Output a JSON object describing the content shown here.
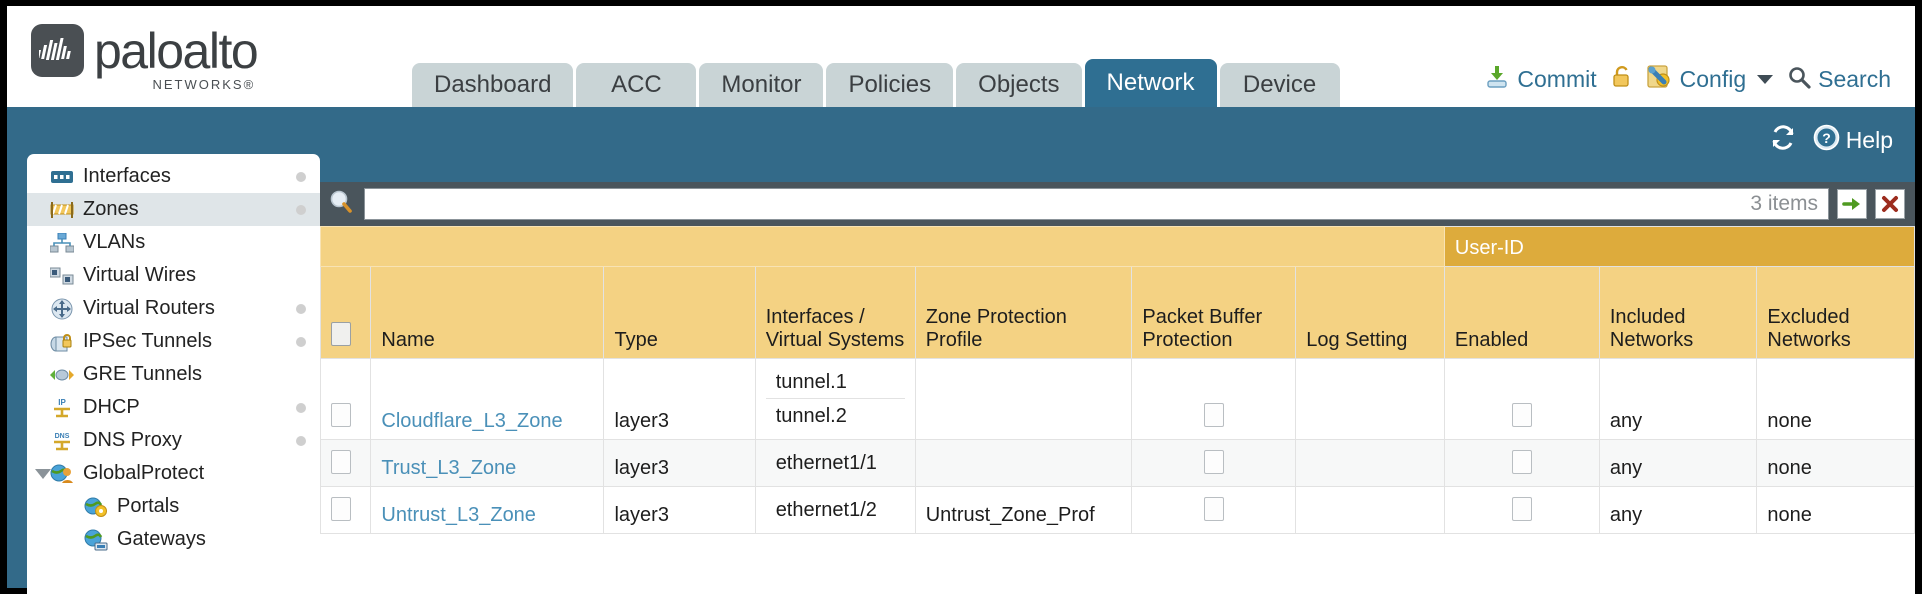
{
  "brand": {
    "name": "paloalto",
    "tagline": "NETWORKS",
    "registered": "®"
  },
  "nav": {
    "tabs": [
      {
        "label": "Dashboard",
        "active": false
      },
      {
        "label": "ACC",
        "active": false
      },
      {
        "label": "Monitor",
        "active": false
      },
      {
        "label": "Policies",
        "active": false
      },
      {
        "label": "Objects",
        "active": false
      },
      {
        "label": "Network",
        "active": true
      },
      {
        "label": "Device",
        "active": false
      }
    ]
  },
  "top_actions": {
    "commit": "Commit",
    "lock_icon": "lock-icon",
    "config": "Config",
    "search": "Search"
  },
  "strip_actions": {
    "refresh_icon": "refresh-icon",
    "help": "Help"
  },
  "sidebar": {
    "items": [
      {
        "label": "Interfaces",
        "icon": "interfaces-icon",
        "dot": true,
        "selected": false,
        "child": false,
        "expander": false
      },
      {
        "label": "Zones",
        "icon": "zones-icon",
        "dot": true,
        "selected": true,
        "child": false,
        "expander": false
      },
      {
        "label": "VLANs",
        "icon": "vlans-icon",
        "dot": false,
        "selected": false,
        "child": false,
        "expander": false
      },
      {
        "label": "Virtual Wires",
        "icon": "virtual-wires-icon",
        "dot": false,
        "selected": false,
        "child": false,
        "expander": false
      },
      {
        "label": "Virtual Routers",
        "icon": "virtual-routers-icon",
        "dot": true,
        "selected": false,
        "child": false,
        "expander": false
      },
      {
        "label": "IPSec Tunnels",
        "icon": "ipsec-tunnels-icon",
        "dot": true,
        "selected": false,
        "child": false,
        "expander": false
      },
      {
        "label": "GRE Tunnels",
        "icon": "gre-tunnels-icon",
        "dot": false,
        "selected": false,
        "child": false,
        "expander": false
      },
      {
        "label": "DHCP",
        "icon": "dhcp-icon",
        "dot": true,
        "selected": false,
        "child": false,
        "expander": false
      },
      {
        "label": "DNS Proxy",
        "icon": "dns-proxy-icon",
        "dot": true,
        "selected": false,
        "child": false,
        "expander": false
      },
      {
        "label": "GlobalProtect",
        "icon": "globalprotect-icon",
        "dot": false,
        "selected": false,
        "child": false,
        "expander": true
      },
      {
        "label": "Portals",
        "icon": "portals-icon",
        "dot": false,
        "selected": false,
        "child": true,
        "expander": false
      },
      {
        "label": "Gateways",
        "icon": "gateways-icon",
        "dot": false,
        "selected": false,
        "child": true,
        "expander": false
      }
    ]
  },
  "search": {
    "icon": "search-icon",
    "value": "",
    "placeholder": "",
    "items_count": "3 items",
    "apply_icon": "arrow-right-icon",
    "clear_icon": "close-x-icon"
  },
  "table": {
    "group_header": {
      "label": "User-ID",
      "span": 3
    },
    "columns": [
      "Name",
      "Type",
      "Interfaces / Virtual Systems",
      "Zone Protection Profile",
      "Packet Buffer Protection",
      "Log Setting",
      "Enabled",
      "Included Networks",
      "Excluded Networks"
    ],
    "rows": [
      {
        "selected": false,
        "name": "Cloudflare_L3_Zone",
        "type": "layer3",
        "interfaces": [
          "tunnel.1",
          "tunnel.2"
        ],
        "zone_protection_profile": "",
        "packet_buffer_protection": false,
        "log_setting": "",
        "userid_enabled": false,
        "included_networks": "any",
        "excluded_networks": "none"
      },
      {
        "selected": false,
        "name": "Trust_L3_Zone",
        "type": "layer3",
        "interfaces": [
          "ethernet1/1"
        ],
        "zone_protection_profile": "",
        "packet_buffer_protection": false,
        "log_setting": "",
        "userid_enabled": false,
        "included_networks": "any",
        "excluded_networks": "none"
      },
      {
        "selected": false,
        "name": "Untrust_L3_Zone",
        "type": "layer3",
        "interfaces": [
          "ethernet1/2"
        ],
        "zone_protection_profile": "Untrust_Zone_Prof",
        "packet_buffer_protection": false,
        "log_setting": "",
        "userid_enabled": false,
        "included_networks": "any",
        "excluded_networks": "none"
      }
    ]
  },
  "colors": {
    "header_blue": "#336a89",
    "tab_inactive": "#c9d4d6",
    "tab_active": "#2f6f92",
    "table_header_amber": "#f4d283",
    "group_header_amber": "#ddab3c",
    "link_blue": "#4a90b8",
    "toolbar_dark": "#4a555c"
  }
}
